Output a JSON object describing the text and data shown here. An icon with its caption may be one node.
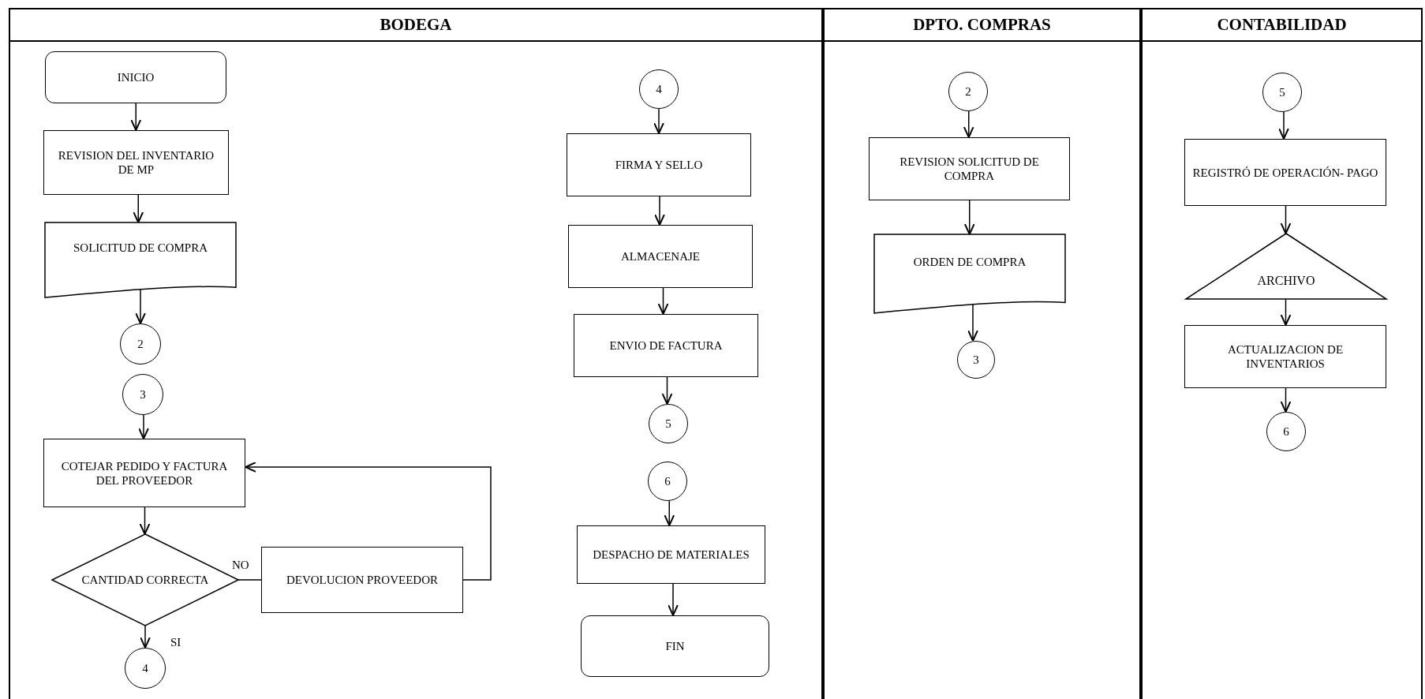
{
  "diagram": {
    "nodes": [
      {
        "text": [
          "BODEGA"
        ]
      },
      {
        "text": [
          "DPTO. COMPRAS"
        ]
      },
      {
        "text": [
          "CONTABILIDAD"
        ]
      },
      {
        "text": [
          "INICIO"
        ],
        "in": 0
      },
      {
        "text": [
          "REVISION DEL INVENTARIO DE MP"
        ],
        "in": 0
      },
      {
        "text": [
          "SOLICITUD DE COMPRA"
        ],
        "in": 0
      },
      {
        "text": [
          "2"
        ],
        "in": 0
      },
      {
        "text": [
          "3"
        ],
        "in": 0
      },
      {
        "text": [
          "COTEJAR PEDIDO Y FACTURA DEL PROVEEDOR"
        ],
        "in": 0
      },
      {
        "text": [
          "CANTIDAD CORRECTA"
        ],
        "in": 0
      },
      {
        "text": [
          "DEVOLUCION PROVEEDOR"
        ],
        "in": 0
      },
      {
        "text": [
          "4"
        ],
        "in": 0
      },
      {
        "text": [
          "4"
        ],
        "in": 0
      },
      {
        "text": [
          "FIRMA Y SELLO"
        ],
        "in": 0
      },
      {
        "text": [
          "ALMACENAJE"
        ],
        "in": 0
      },
      {
        "text": [
          "ENVIO DE FACTURA"
        ],
        "in": 0
      },
      {
        "text": [
          "5"
        ],
        "in": 0
      },
      {
        "text": [
          "6"
        ],
        "in": 0
      },
      {
        "text": [
          "DESPACHO DE MATERIALES"
        ],
        "in": 0
      },
      {
        "text": [
          "FIN"
        ],
        "in": 0
      },
      {
        "text": [
          "2"
        ],
        "in": 1
      },
      {
        "text": [
          "REVISION SOLICITUD DE COMPRA"
        ],
        "in": 1
      },
      {
        "text": [
          "ORDEN DE COMPRA"
        ],
        "in": 1
      },
      {
        "text": [
          "3"
        ],
        "in": 1
      },
      {
        "text": [
          "5"
        ],
        "in": 2
      },
      {
        "text": [
          "REGISTRÓ DE OPERACIÓN- PAGO"
        ],
        "in": 2
      },
      {
        "text": [
          "ARCHIVO"
        ],
        "in": 2
      },
      {
        "text": [
          "ACTUALIZACION DE INVENTARIOS"
        ],
        "in": 2
      },
      {
        "text": [
          "6"
        ],
        "in": 2
      }
    ],
    "edges": [
      {
        "from": 3,
        "to": 4,
        "arrow": "to"
      },
      {
        "from": 4,
        "to": 5,
        "arrow": "to"
      },
      {
        "from": 5,
        "to": 6,
        "arrow": "to"
      },
      {
        "from": 7,
        "to": 8,
        "arrow": "to"
      },
      {
        "from": 8,
        "to": 9,
        "arrow": "to"
      },
      {
        "from": 9,
        "to": 10,
        "arrow": "none",
        "label": "NO"
      },
      {
        "from": 10,
        "to": 8,
        "arrow": "to"
      },
      {
        "from": 9,
        "to": 11,
        "arrow": "to",
        "label": "SI"
      },
      {
        "from": 12,
        "to": 13,
        "arrow": "to"
      },
      {
        "from": 13,
        "to": 14,
        "arrow": "to"
      },
      {
        "from": 14,
        "to": 15,
        "arrow": "to"
      },
      {
        "from": 15,
        "to": 16,
        "arrow": "to"
      },
      {
        "from": 17,
        "to": 18,
        "arrow": "to"
      },
      {
        "from": 18,
        "to": 19,
        "arrow": "to"
      },
      {
        "from": 20,
        "to": 21,
        "arrow": "to"
      },
      {
        "from": 21,
        "to": 22,
        "arrow": "to"
      },
      {
        "from": 22,
        "to": 23,
        "arrow": "to"
      },
      {
        "from": 24,
        "to": 25,
        "arrow": "to"
      },
      {
        "from": 25,
        "to": 26,
        "arrow": "to"
      },
      {
        "from": 26,
        "to": 27,
        "arrow": "to"
      },
      {
        "from": 27,
        "to": 28,
        "arrow": "to"
      }
    ]
  }
}
